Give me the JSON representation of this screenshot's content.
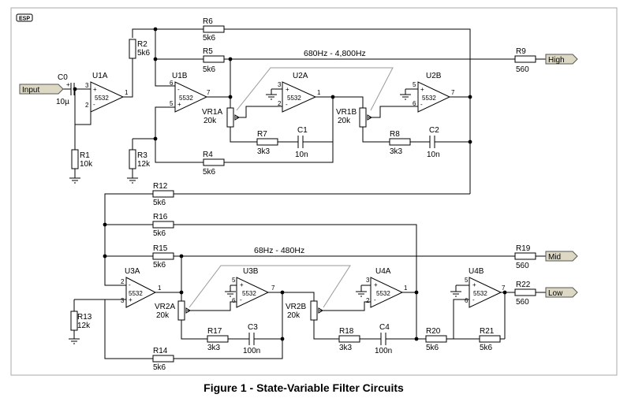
{
  "logo": "ESP",
  "caption": "Figure 1 - State-Variable Filter Circuits",
  "bands": {
    "upper": "680Hz - 4,800Hz",
    "lower": "68Hz - 480Hz"
  },
  "ports": {
    "input": "Input",
    "high": "High",
    "mid": "Mid",
    "low": "Low"
  },
  "opamps": {
    "u1a": {
      "name": "U1A",
      "type": "5532"
    },
    "u1b": {
      "name": "U1B",
      "type": "5532"
    },
    "u2a": {
      "name": "U2A",
      "type": "5532"
    },
    "u2b": {
      "name": "U2B",
      "type": "5532"
    },
    "u3a": {
      "name": "U3A",
      "type": "5532"
    },
    "u3b": {
      "name": "U3B",
      "type": "5532"
    },
    "u4a": {
      "name": "U4A",
      "type": "5532"
    },
    "u4b": {
      "name": "U4B",
      "type": "5532"
    }
  },
  "pins": {
    "p1": "1",
    "p2": "2",
    "p3": "3",
    "p5": "5",
    "p6": "6",
    "p7": "7",
    "plus": "+",
    "minus": "-"
  },
  "resistors": {
    "r1": {
      "name": "R1",
      "value": "10k"
    },
    "r2": {
      "name": "R2",
      "value": "5k6"
    },
    "r3": {
      "name": "R3",
      "value": "12k"
    },
    "r4": {
      "name": "R4",
      "value": "5k6"
    },
    "r5": {
      "name": "R5",
      "value": "5k6"
    },
    "r6": {
      "name": "R6",
      "value": "5k6"
    },
    "r7": {
      "name": "R7",
      "value": "3k3"
    },
    "r8": {
      "name": "R8",
      "value": "3k3"
    },
    "r9": {
      "name": "R9",
      "value": "560"
    },
    "r12": {
      "name": "R12",
      "value": "5k6"
    },
    "r13": {
      "name": "R13",
      "value": "12k"
    },
    "r14": {
      "name": "R14",
      "value": "5k6"
    },
    "r15": {
      "name": "R15",
      "value": "5k6"
    },
    "r16": {
      "name": "R16",
      "value": "5k6"
    },
    "r17": {
      "name": "R17",
      "value": "3k3"
    },
    "r18": {
      "name": "R18",
      "value": "3k3"
    },
    "r19": {
      "name": "R19",
      "value": "560"
    },
    "r20": {
      "name": "R20",
      "value": "5k6"
    },
    "r21": {
      "name": "R21",
      "value": "5k6"
    },
    "r22": {
      "name": "R22",
      "value": "560"
    }
  },
  "pots": {
    "vr1a": {
      "name": "VR1A",
      "value": "20k"
    },
    "vr1b": {
      "name": "VR1B",
      "value": "20k"
    },
    "vr2a": {
      "name": "VR2A",
      "value": "20k"
    },
    "vr2b": {
      "name": "VR2B",
      "value": "20k"
    }
  },
  "capacitors": {
    "c0": {
      "name": "C0",
      "value": "10µ"
    },
    "c1": {
      "name": "C1",
      "value": "10n"
    },
    "c2": {
      "name": "C2",
      "value": "10n"
    },
    "c3": {
      "name": "C3",
      "value": "100n"
    },
    "c4": {
      "name": "C4",
      "value": "100n"
    }
  }
}
